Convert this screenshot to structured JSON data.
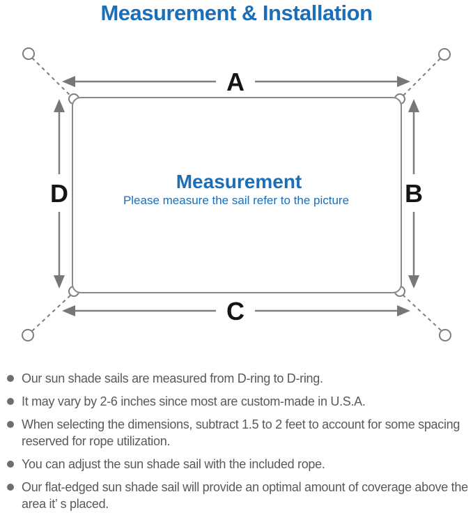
{
  "page": {
    "title": "Measurement & Installation",
    "colors": {
      "accent_blue": "#1a6fb8",
      "line_gray": "#7f7f7f",
      "label_black": "#151515",
      "note_text_gray": "#58595b"
    }
  },
  "diagram": {
    "center": {
      "title": "Measurement",
      "subtitle": "Please measure the sail refer to the picture"
    },
    "dimension_labels": {
      "top": "A",
      "right": "B",
      "bottom": "C",
      "left": "D"
    }
  },
  "notes": {
    "items": [
      "Our sun shade sails are measured from D-ring to D-ring.",
      "It may vary by 2-6 inches since most are custom-made in U.S.A.",
      "When selecting the dimensions, subtract 1.5 to 2 feet to account for some spacing reserved for rope utilization.",
      "You can adjust the sun shade sail with the included rope.",
      "Our flat-edged sun shade sail will provide an optimal amount of coverage above the area it’ s placed."
    ]
  }
}
